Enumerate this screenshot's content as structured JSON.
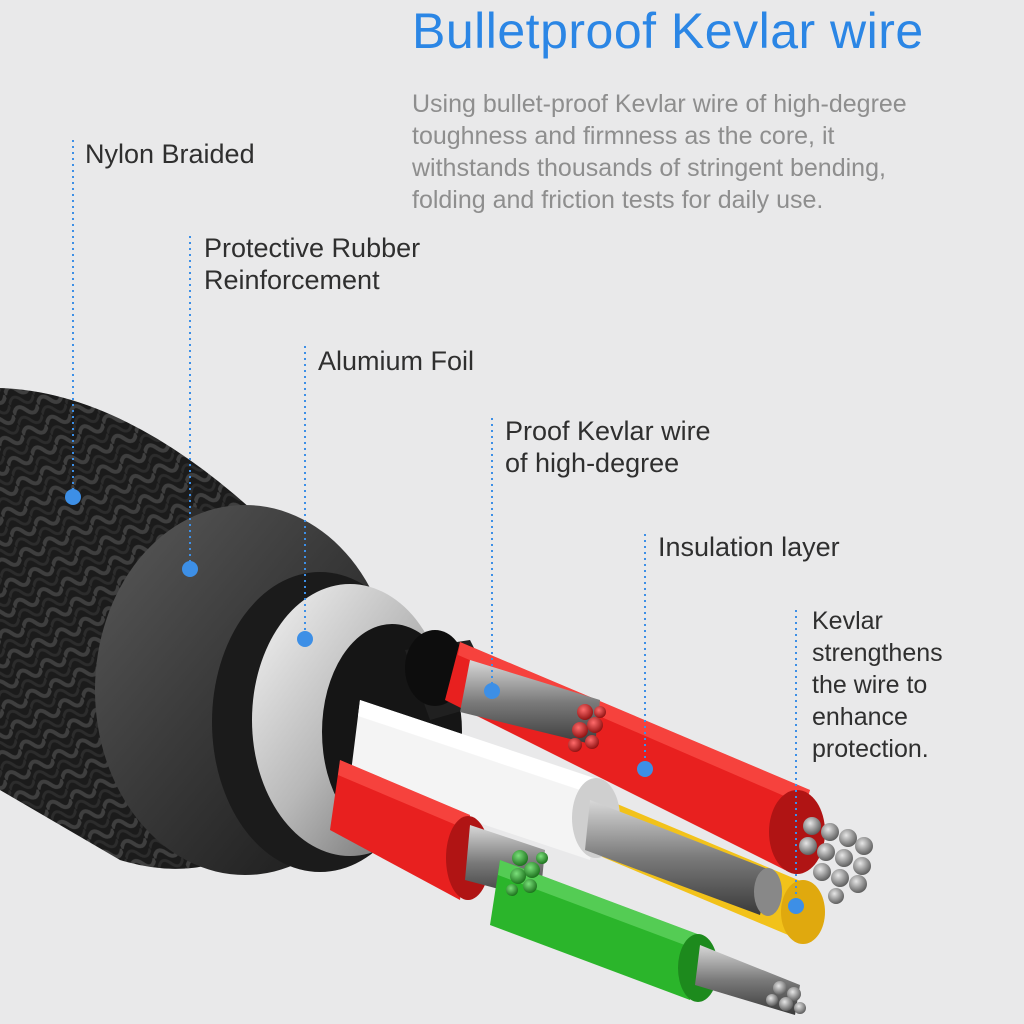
{
  "header": {
    "title": "Bulletproof Kevlar wire",
    "description_lines": [
      "Using bullet-proof Kevlar wire of high-degree",
      "toughness and firmness as the core, it",
      "withstands thousands of stringent bending,",
      "folding and friction tests for daily use."
    ]
  },
  "labels": {
    "nylon": {
      "lines": [
        "Nylon Braided"
      ]
    },
    "rubber": {
      "lines": [
        "Protective Rubber",
        "Reinforcement"
      ]
    },
    "foil": {
      "lines": [
        "Alumium Foil"
      ]
    },
    "kevlar_wire": {
      "lines": [
        "Proof Kevlar wire",
        "of high-degree"
      ]
    },
    "insulation": {
      "lines": [
        "Insulation layer"
      ]
    },
    "kevlar_strength": {
      "lines": [
        "Kevlar",
        "strengthens",
        "the wire to",
        "enhance",
        "protection."
      ]
    }
  },
  "colors": {
    "accent": "#2b86e5",
    "marker": "#3d8fe6",
    "background": "#e9e9ea",
    "wire_red": "#e8201f",
    "wire_white": "#f4f4f4",
    "wire_green": "#2bb52b",
    "wire_yellow": "#f2c21a",
    "jacket": "#262626"
  }
}
